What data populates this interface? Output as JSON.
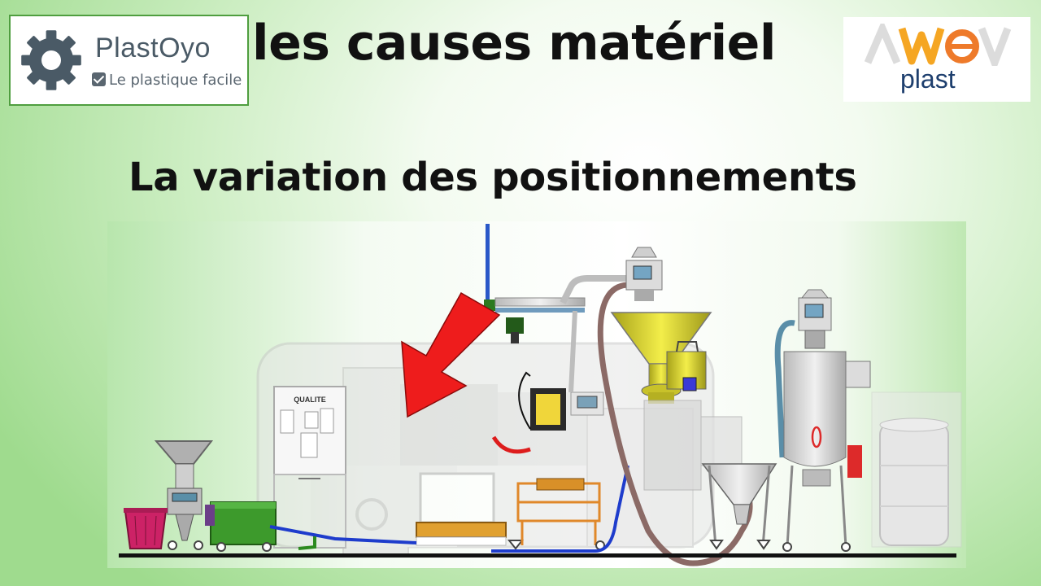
{
  "slide": {
    "title": "les causes matériel",
    "subtitle": "La variation des positionnements"
  },
  "logo_left": {
    "brand": "PlastOyo",
    "tagline": "Le plastique facile",
    "icon": "gear-icon",
    "icon_color": "#4a5a66",
    "border_color": "#4f9e3f"
  },
  "logo_right": {
    "brand": "AWEV",
    "sub": "plast",
    "colors": [
      "#f5a623",
      "#ee7a2a",
      "#1e3f6e"
    ]
  },
  "illustration": {
    "quality_box_label": "QUALITE",
    "arrow_color": "#ee1c1c"
  }
}
